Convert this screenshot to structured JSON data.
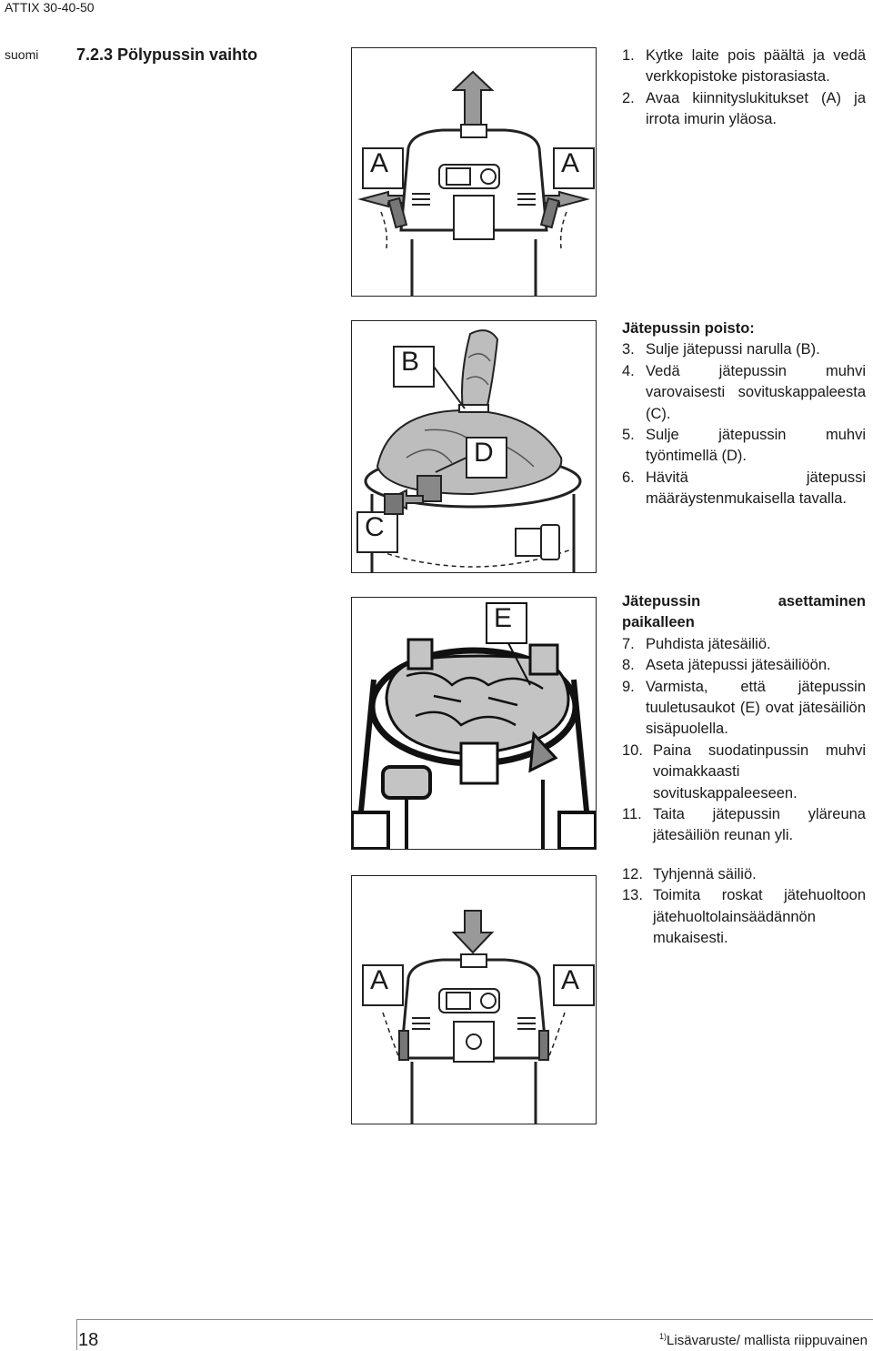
{
  "header": {
    "doc_title": "ATTIX 30-40-50"
  },
  "sidebar": {
    "language": "suomi"
  },
  "section": {
    "title": "7.2.3  Pölypussin vaihto"
  },
  "steps_a": [
    {
      "num": "1.",
      "text": "Kytke laite pois päältä ja vedä verkkopistoke pistorasiasta."
    },
    {
      "num": "2.",
      "text": "Avaa kiinnityslukitukset (A) ja irrota imurin yläosa."
    }
  ],
  "removal": {
    "heading": "Jätepussin poisto:",
    "steps": [
      {
        "num": "3.",
        "text": "Sulje jätepussi narulla (B)."
      },
      {
        "num": "4.",
        "text": "Vedä jätepussin muhvi varovaisesti sovituskappaleesta (C)."
      },
      {
        "num": "5.",
        "text": "Sulje jätepussin muhvi työntimellä (D)."
      },
      {
        "num": "6.",
        "text": "Hävitä jätepussi määräystenmukaisella tavalla."
      }
    ]
  },
  "install": {
    "heading": "Jätepussin asettaminen paikalleen",
    "steps": [
      {
        "num": "7.",
        "text": "Puhdista jätesäiliö."
      },
      {
        "num": "8.",
        "text": "Aseta jätepussi jätesäiliöön."
      },
      {
        "num": "9.",
        "text": "Varmista, että jätepussin tuuletusaukot (E) ovat jätesäiliön sisäpuolella."
      },
      {
        "num": "10.",
        "text": "Paina suodatinpussin muhvi voimakkaasti sovituskappaleeseen."
      },
      {
        "num": "11.",
        "text": "Taita jätepussin yläreuna jätesäiliön reunan yli."
      }
    ]
  },
  "final": {
    "steps": [
      {
        "num": "12.",
        "text": "Tyhjennä säiliö."
      },
      {
        "num": "13.",
        "text": "Toimita roskat jätehuoltoon jätehuoltolainsäädännön mukaisesti."
      }
    ]
  },
  "figures": {
    "fig1": {
      "label_left": "A",
      "label_right": "A"
    },
    "fig2": {
      "label_b": "B",
      "label_c": "C",
      "label_d": "D"
    },
    "fig3": {
      "label_e": "E"
    },
    "fig4": {
      "label_left": "A",
      "label_right": "A"
    }
  },
  "footer": {
    "page_number": "18",
    "footnote_marker": "1)",
    "footnote_text": "Lisävaruste/ mallista riippuvainen"
  }
}
